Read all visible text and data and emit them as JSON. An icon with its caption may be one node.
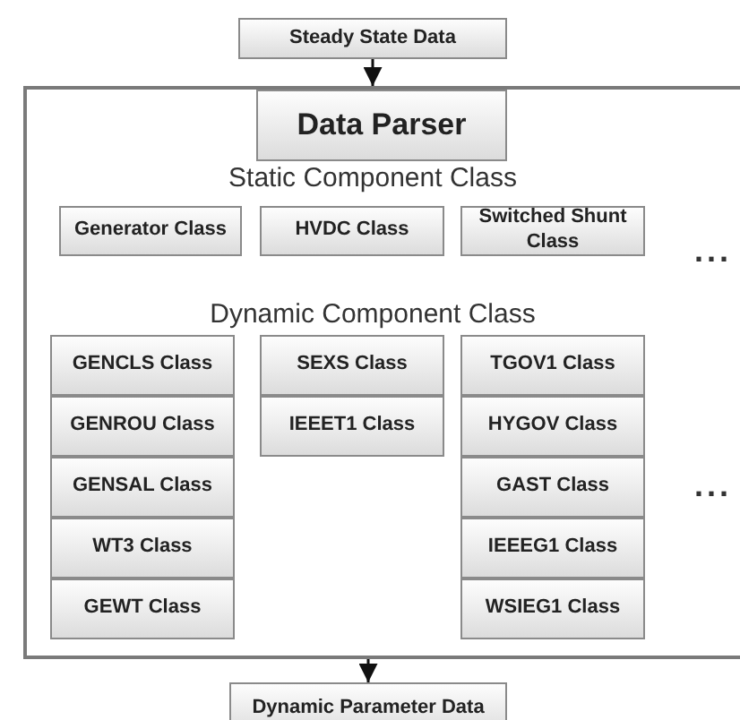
{
  "diagram": {
    "nodes": [
      {
        "text": [
          "Steady State Data"
        ]
      },
      {
        "text": [],
        "shape": "box"
      },
      {
        "text": [
          "Data Parser"
        ],
        "in": 1
      },
      {
        "text": [
          "Generator Class"
        ],
        "in": 1
      },
      {
        "text": [
          "HVDC Class"
        ],
        "in": 1
      },
      {
        "text": [
          "Switched Shunt Class"
        ],
        "in": 1
      },
      {
        "text": [
          "GENCLS Class"
        ],
        "in": 1
      },
      {
        "text": [
          "GENROU Class"
        ],
        "in": 1
      },
      {
        "text": [
          "GENSAL Class"
        ],
        "in": 1
      },
      {
        "text": [
          "WT3 Class"
        ],
        "in": 1
      },
      {
        "text": [
          "GEWT Class"
        ],
        "in": 1
      },
      {
        "text": [
          "SEXS Class"
        ],
        "in": 1
      },
      {
        "text": [
          "IEEET1 Class"
        ],
        "in": 1
      },
      {
        "text": [
          "TGOV1 Class"
        ],
        "in": 1
      },
      {
        "text": [
          "HYGOV Class"
        ],
        "in": 1
      },
      {
        "text": [
          "GAST Class"
        ],
        "in": 1
      },
      {
        "text": [
          "IEEEG1 Class"
        ],
        "in": 1
      },
      {
        "text": [
          "WSIEG1 Class"
        ],
        "in": 1
      },
      {
        "text": [
          "Dynamic Parameter Data"
        ]
      }
    ],
    "edges": [
      {
        "from": 0,
        "to": 1,
        "arrow": "to"
      },
      {
        "from": 1,
        "to": 18,
        "arrow": "to"
      }
    ],
    "labels": [
      "Static Component Class",
      "...",
      "Dynamic Component Class",
      "..."
    ]
  }
}
